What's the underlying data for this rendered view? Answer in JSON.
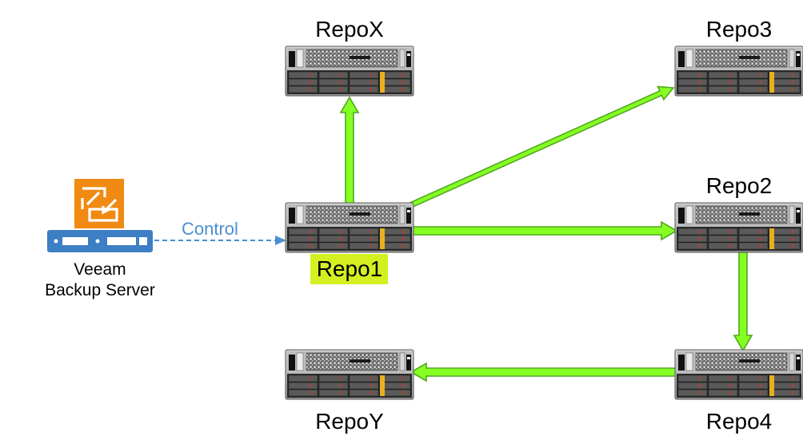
{
  "colors": {
    "arrow_fill": "#86ff23",
    "arrow_stroke": "#4fa81e",
    "control_line": "#4a90d0",
    "control_text": "#4a90d0",
    "repo1_highlight": "#d4f020",
    "veeam_orange": "#f08a12",
    "server_blue": "#3c7fc4"
  },
  "server": {
    "icon": "veeam-logo-icon",
    "label_line1": "Veeam",
    "label_line2": "Backup Server"
  },
  "control": {
    "label": "Control"
  },
  "repos": {
    "repox": {
      "label": "RepoX"
    },
    "repo3": {
      "label": "Repo3"
    },
    "repo1": {
      "label": "Repo1"
    },
    "repo2": {
      "label": "Repo2"
    },
    "repoy": {
      "label": "RepoY"
    },
    "repo4": {
      "label": "Repo4"
    }
  }
}
